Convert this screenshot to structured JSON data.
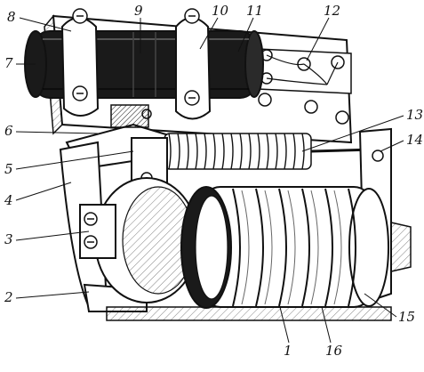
{
  "callouts": {
    "c1": "1",
    "c2": "2",
    "c3": "3",
    "c4": "4",
    "c5": "5",
    "c6": "6",
    "c7": "7",
    "c8": "8",
    "c9": "9",
    "c10": "10",
    "c11": "11",
    "c12": "12",
    "c13": "13",
    "c14": "14",
    "c15": "15",
    "c16": "16"
  },
  "colors": {
    "ink": "#111111",
    "paper": "#ffffff",
    "coil_dark": "#1a1a1a"
  }
}
